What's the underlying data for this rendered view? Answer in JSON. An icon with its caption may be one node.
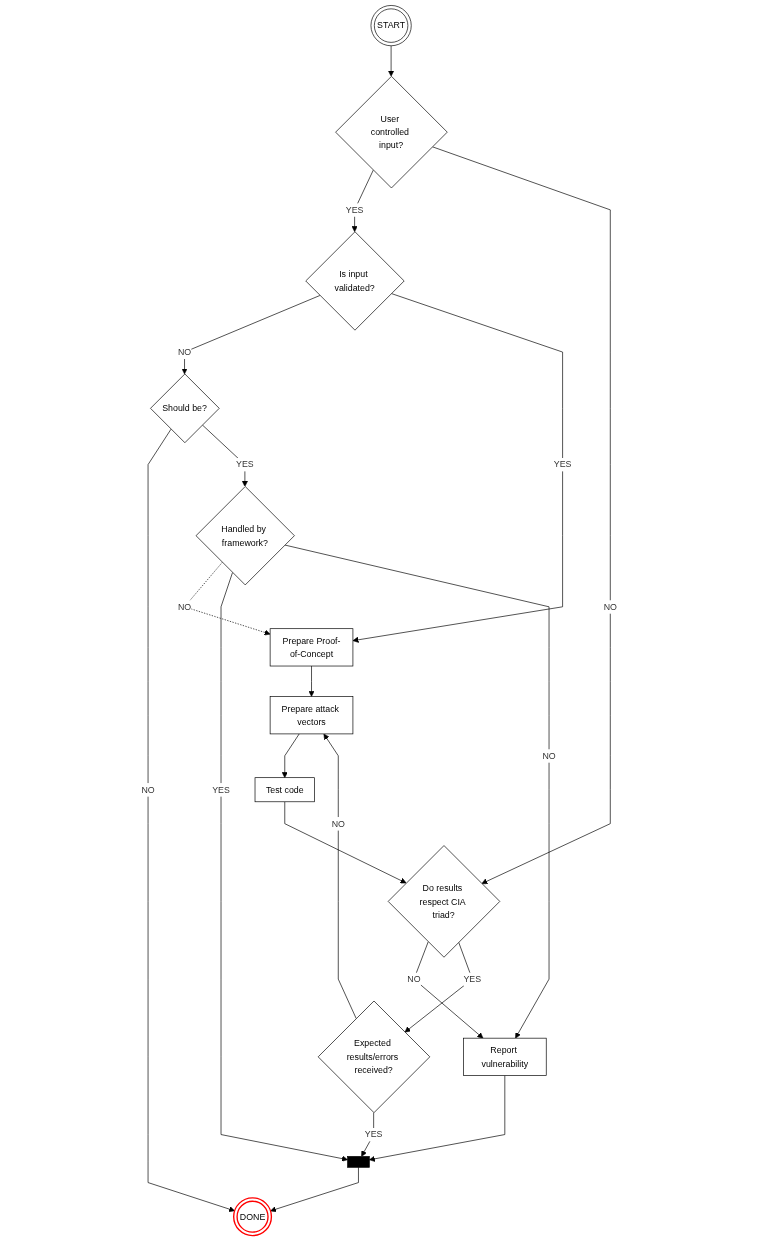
{
  "diagram": {
    "nodes": [
      {
        "text": [
          "START"
        ]
      },
      {
        "text": [
          "User controlled input?"
        ]
      },
      {
        "text": [
          "Is input validated?"
        ]
      },
      {
        "text": [
          "Should be?"
        ]
      },
      {
        "text": [
          "DONE"
        ]
      },
      {
        "text": [
          "Prepare Proof-of-Concept"
        ]
      },
      {
        "text": [
          "Handled by framework?"
        ]
      },
      {
        "text": [],
        "shape": "bar"
      },
      {
        "text": [
          "Prepare attack vectors"
        ]
      },
      {
        "text": [
          "Test code"
        ]
      },
      {
        "text": [
          "Report vulnerability"
        ]
      },
      {
        "text": [
          "Do results respect CIA triad?"
        ]
      },
      {
        "text": [
          "Expected results/errors received?"
        ]
      }
    ],
    "edges": [
      {
        "from": 0,
        "to": 1,
        "arrow": "to"
      },
      {
        "from": 1,
        "to": 2,
        "label": "YES",
        "arrow": "to"
      },
      {
        "from": 1,
        "to": 11,
        "label": "NO",
        "arrow": "to"
      },
      {
        "from": 2,
        "to": 3,
        "label": "NO",
        "arrow": "to"
      },
      {
        "from": 2,
        "to": 5,
        "label": "YES",
        "arrow": "to"
      },
      {
        "from": 3,
        "to": 4,
        "label": "NO",
        "arrow": "to"
      },
      {
        "from": 3,
        "to": 6,
        "label": "YES",
        "arrow": "to"
      },
      {
        "from": 6,
        "to": 5,
        "label": "NO",
        "arrow": "to",
        "style": "dashed"
      },
      {
        "from": 6,
        "to": 7,
        "label": "YES",
        "arrow": "to"
      },
      {
        "from": 6,
        "to": 10,
        "label": "NO",
        "arrow": "to"
      },
      {
        "from": 5,
        "to": 8,
        "arrow": "to"
      },
      {
        "from": 8,
        "to": 9,
        "arrow": "to"
      },
      {
        "from": 9,
        "to": 11,
        "arrow": "to"
      },
      {
        "from": 11,
        "to": 10,
        "label": "NO",
        "arrow": "to"
      },
      {
        "from": 11,
        "to": 12,
        "label": "YES",
        "arrow": "to"
      },
      {
        "from": 12,
        "to": 8,
        "label": "NO",
        "arrow": "to"
      },
      {
        "from": 12,
        "to": 7,
        "label": "YES",
        "arrow": "to"
      },
      {
        "from": 10,
        "to": 7,
        "arrow": "to"
      },
      {
        "from": 7,
        "to": 4,
        "arrow": "to"
      }
    ]
  }
}
